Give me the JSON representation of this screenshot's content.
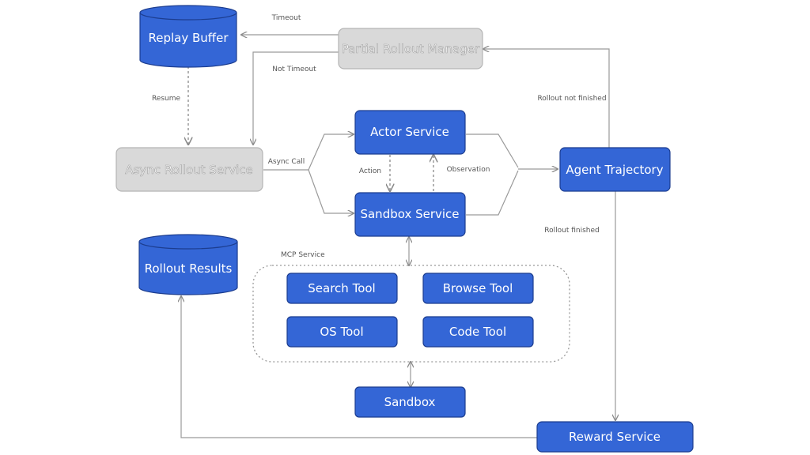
{
  "nodes": {
    "replay_buffer": "Replay Buffer",
    "partial_rollout_manager": "Partial Rollout Manager",
    "async_rollout_service": "Async Rollout Service",
    "actor_service": "Actor Service",
    "sandbox_service": "Sandbox Service",
    "agent_trajectory": "Agent Trajectory",
    "rollout_results": "Rollout Results",
    "search_tool": "Search Tool",
    "browse_tool": "Browse Tool",
    "os_tool": "OS Tool",
    "code_tool": "Code Tool",
    "sandbox": "Sandbox",
    "reward_service": "Reward Service"
  },
  "groups": {
    "mcp_service": "MCP Service"
  },
  "edges": {
    "timeout": "Timeout",
    "not_timeout": "Not Timeout",
    "resume": "Resume",
    "async_call": "Async Call",
    "action": "Action",
    "observation": "Observation",
    "rollout_not_finished": "Rollout not finished",
    "rollout_finished": "Rollout finished"
  },
  "colors": {
    "blue_node": "#3466d6",
    "gray_node": "#d9d9d9",
    "line": "#9a9a9a"
  }
}
